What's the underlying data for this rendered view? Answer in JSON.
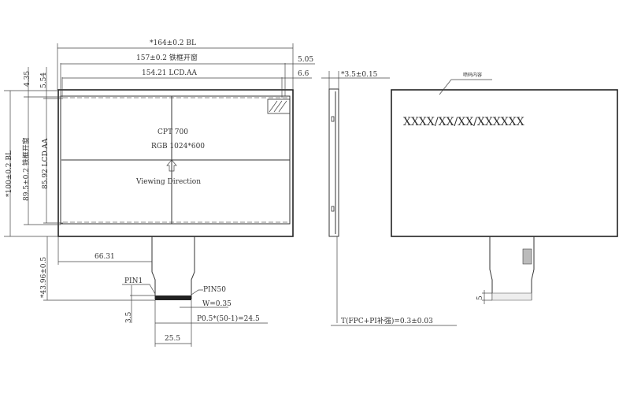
{
  "front_view": {
    "width_bl": "*164±0.2 BL",
    "width_frame": "157±0.2 铁框开窗",
    "width_aa": "154.21 LCD.AA",
    "right_offset_frame": "5.05",
    "right_offset_aa": "6.6",
    "top_offset_frame": "4.35",
    "top_offset_aa": "5.54",
    "height_bl": "*100±0.2 BL",
    "height_frame": "89.5±0.2 铁框开窗",
    "height_aa": "85.92 LCD.AA",
    "model": "CPT 700",
    "resolution": "RGB 1024*600",
    "viewing_direction": "Viewing Direction",
    "fpc_offset": "66.31",
    "total_length": "*43.96±0.5",
    "pin1": "PIN1",
    "pin50": "PIN50",
    "pin_width": "W=0.35",
    "pitch": "P0.5*(50-1)=24.5",
    "contact_length": "3.5",
    "fpc_width": "25.5"
  },
  "side_view": {
    "thickness": "*3.5±0.15",
    "fpc_thickness": "T(FPC+PI补强)=0.3±0.03"
  },
  "back_view": {
    "label_note": "喷码内容",
    "serial": "XXXX/XX/XX/XXXXXX",
    "contact_length": "5"
  }
}
